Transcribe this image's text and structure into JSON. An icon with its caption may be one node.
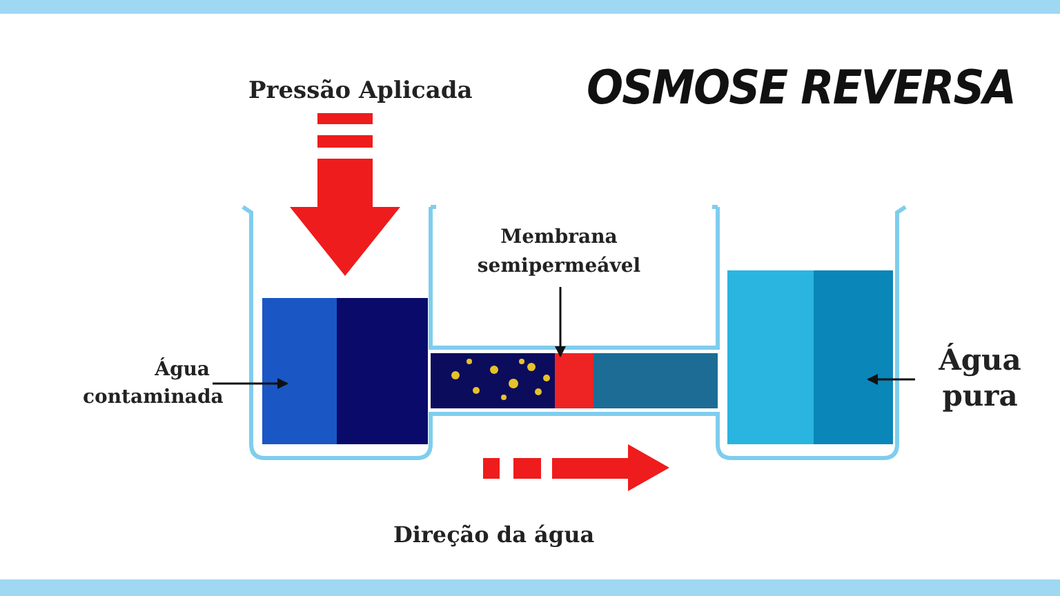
{
  "diagram": {
    "title": "OSMOSE REVERSA",
    "nodes": [
      {
        "text": [
          "Água contaminada"
        ]
      },
      {
        "text": [],
        "shape": "box"
      },
      {
        "text": [
          "Membrana semipermeável"
        ]
      },
      {
        "text": [],
        "shape": "box"
      },
      {
        "text": [
          "Água pura"
        ]
      },
      {
        "text": [],
        "shape": "box"
      }
    ],
    "edges": [
      {
        "from": 0,
        "to": 1,
        "arrow": "to"
      },
      {
        "from": 2,
        "to": 3,
        "arrow": "to"
      },
      {
        "from": 4,
        "to": 5,
        "arrow": "to"
      }
    ],
    "labels": [
      "Pressão Aplicada",
      "Direção da água"
    ]
  }
}
